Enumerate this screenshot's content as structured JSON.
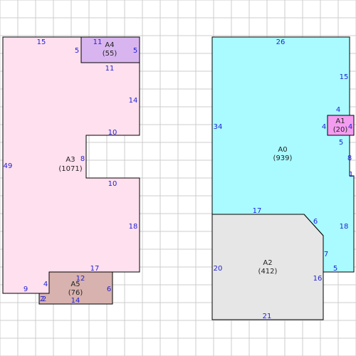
{
  "colors": {
    "grid": "#cccccc",
    "label": "#1f1fd6",
    "text": "#222222",
    "outline": "#000000"
  },
  "areas": [
    {
      "id": "A0",
      "name": "A0",
      "value": "(939)",
      "fill": "#a9fbff"
    },
    {
      "id": "A1",
      "name": "A1",
      "value": "(20)",
      "fill": "#f49cf0"
    },
    {
      "id": "A2",
      "name": "A2",
      "value": "(412)",
      "fill": "#e6e6e6"
    },
    {
      "id": "A3",
      "name": "A3",
      "value": "(1071)",
      "fill": "#ffe0ee"
    },
    {
      "id": "A4",
      "name": "A4",
      "value": "(55)",
      "fill": "#d9b5f0"
    },
    {
      "id": "A5",
      "name": "A5",
      "value": "(76)",
      "fill": "#d8b2ae"
    }
  ],
  "dimensions": {
    "a3_top": "15",
    "a3_left": "49",
    "a3_right_upper": "14",
    "a3_notch_top": "10",
    "a3_notch_side": "8",
    "a3_notch_bottom": "10",
    "a3_right_lower": "18",
    "a3_bottom_right": "17",
    "a3_bottom_left": "9",
    "a4_top": "11",
    "a4_left": "5",
    "a4_right": "5",
    "a4_bottom": "11",
    "a5_top": "12",
    "a5_left": "4",
    "a5_right": "6",
    "a5_bottom": "14",
    "a5_step_a": "2",
    "a5_step_b": "2",
    "a0_top": "26",
    "a0_left": "34",
    "a0_right_upper": "15",
    "a0_right_mid": "8",
    "a0_right_step": "1",
    "a0_right_lower": "18",
    "a0_bottom_right": "5",
    "a1_top": "4",
    "a1_left": "4",
    "a1_right": "4",
    "a1_bottom": "5",
    "a2_top": "17",
    "a2_left": "20",
    "a2_bottom": "21",
    "a2_right": "16",
    "a2_chamfer": "6",
    "a2_right_upper": "7"
  }
}
